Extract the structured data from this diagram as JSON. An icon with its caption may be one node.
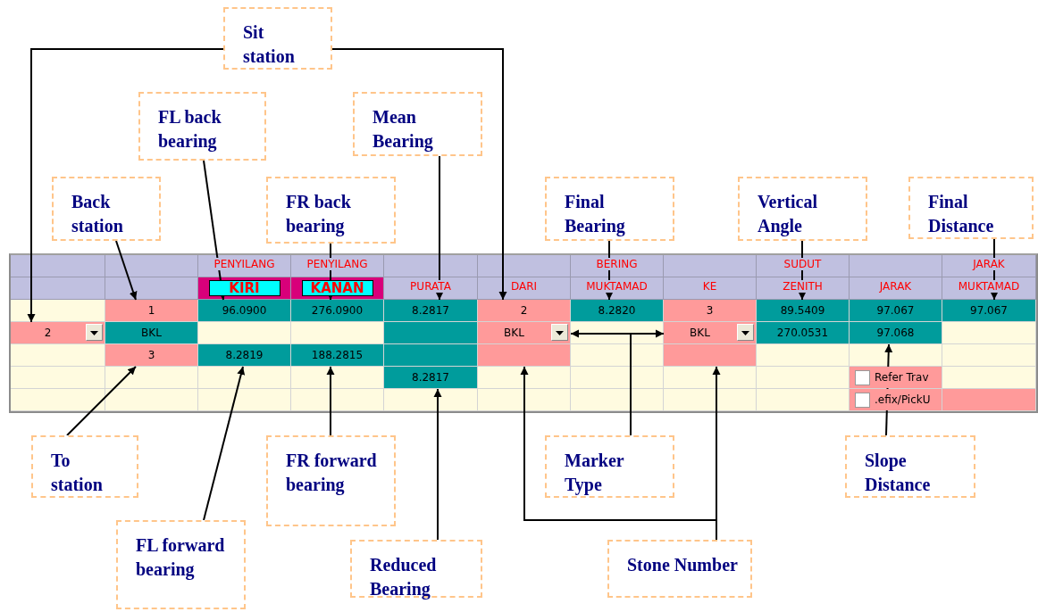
{
  "diagram": {
    "nodes": [
      {
        "text": [
          "Sit station"
        ]
      },
      {
        "text": [
          "FL back bearing"
        ]
      },
      {
        "text": [
          "Mean Bearing"
        ]
      },
      {
        "text": [
          "Back station"
        ]
      },
      {
        "text": [
          "FR back bearing"
        ]
      },
      {
        "text": [
          "Final Bearing"
        ]
      },
      {
        "text": [
          "Vertical Angle"
        ]
      },
      {
        "text": [
          "Final Distance"
        ]
      },
      {
        "text": [
          "1"
        ]
      },
      {
        "text": [
          "96.0900"
        ]
      },
      {
        "text": [
          "276.0900"
        ]
      },
      {
        "text": [
          "8.2817"
        ]
      },
      {
        "text": [
          "2"
        ]
      },
      {
        "text": [
          "8.2820"
        ]
      },
      {
        "text": [
          "89.5409"
        ]
      },
      {
        "text": [
          "97.067"
        ]
      },
      {
        "text": [
          "2"
        ]
      },
      {
        "text": [
          "BKL"
        ]
      },
      {
        "text": [
          "BKL"
        ]
      },
      {
        "text": [
          "97.068"
        ]
      },
      {
        "text": [
          "3"
        ]
      },
      {
        "text": [
          "8.2819"
        ]
      },
      {
        "text": [
          "188.2815"
        ]
      },
      {
        "text": [],
        "shape": "box"
      },
      {
        "text": [],
        "shape": "box"
      },
      {
        "text": [
          "8.2817"
        ]
      },
      {
        "text": [
          "To station"
        ]
      },
      {
        "text": [
          "FR forward bearing"
        ]
      },
      {
        "text": [
          "Marker Type"
        ]
      },
      {
        "text": [
          "Slope Distance"
        ]
      },
      {
        "text": [
          "FL forward bearing"
        ]
      },
      {
        "text": [
          "Reduced Bearing"
        ]
      },
      {
        "text": [
          "Stone Number"
        ]
      }
    ],
    "edges": [
      {
        "from": 0,
        "to": 16,
        "arrow": "to"
      },
      {
        "from": 0,
        "to": 12,
        "arrow": "to"
      },
      {
        "from": 1,
        "to": 9,
        "arrow": "to"
      },
      {
        "from": 2,
        "to": 11,
        "arrow": "to"
      },
      {
        "from": 3,
        "to": 8,
        "arrow": "to"
      },
      {
        "from": 4,
        "to": 10,
        "arrow": "to"
      },
      {
        "from": 5,
        "to": 13,
        "arrow": "to"
      },
      {
        "from": 6,
        "to": 14,
        "arrow": "to"
      },
      {
        "from": 7,
        "to": 15,
        "arrow": "to"
      },
      {
        "from": 26,
        "to": 20,
        "arrow": "to"
      },
      {
        "from": 30,
        "to": 21,
        "arrow": "to"
      },
      {
        "from": 27,
        "to": 22,
        "arrow": "to"
      },
      {
        "from": 31,
        "to": 25,
        "arrow": "to"
      },
      {
        "from": 28,
        "to": 17,
        "arrow": "to"
      },
      {
        "from": 28,
        "to": 18,
        "arrow": "to"
      },
      {
        "from": 29,
        "to": 19,
        "arrow": "to"
      },
      {
        "from": 32,
        "to": 23,
        "arrow": "to"
      },
      {
        "from": 32,
        "to": 24,
        "arrow": "to"
      }
    ],
    "labels": [
      "PENYILANG",
      "PENYILANG",
      "BERING",
      "SUDUT",
      "JARAK",
      "KIRI",
      "KANAN",
      "PURATA",
      "DARI",
      "MUKTAMAD",
      "KE",
      "ZENITH",
      "JARAK",
      "MUKTAMAD",
      "3",
      "97.067",
      "BKL",
      "270.0531",
      "Refer Trav",
      ".efix/PickU"
    ]
  }
}
